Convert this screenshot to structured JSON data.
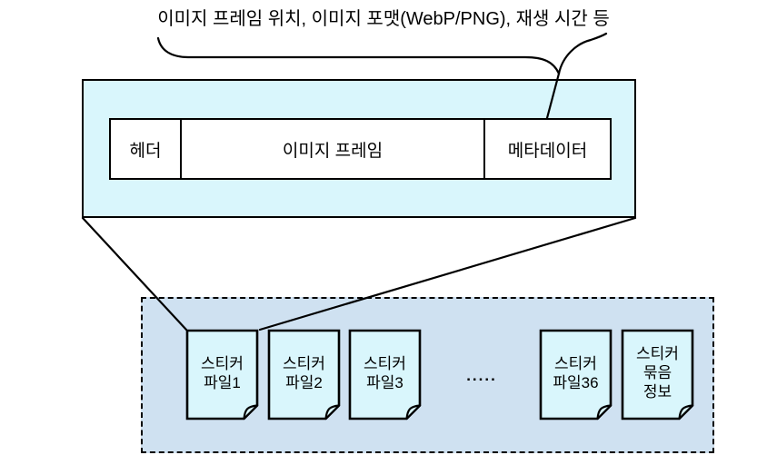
{
  "annotation": {
    "label": "이미지 프레임 위치, 이미지 포맷(WebP/PNG), 재생 시간 등"
  },
  "file_structure": {
    "segments": [
      {
        "label": "헤더"
      },
      {
        "label": "이미지 프레임"
      },
      {
        "label": "메타데이터"
      }
    ]
  },
  "bundle": {
    "ellipsis": ".....",
    "files": [
      {
        "lines": [
          "스티커",
          "파일1"
        ]
      },
      {
        "lines": [
          "스티커",
          "파일2"
        ]
      },
      {
        "lines": [
          "스티커",
          "파일3"
        ]
      },
      {
        "lines": [
          "스티커",
          "파일36"
        ]
      },
      {
        "lines": [
          "스티커",
          "묶음",
          "정보"
        ]
      }
    ]
  },
  "colors": {
    "file_box_fill": "#d9f6fc",
    "bundle_box_fill": "#cfe1f1",
    "segment_fill": "#ffffff",
    "line": "#000000",
    "background": "#ffffff"
  }
}
